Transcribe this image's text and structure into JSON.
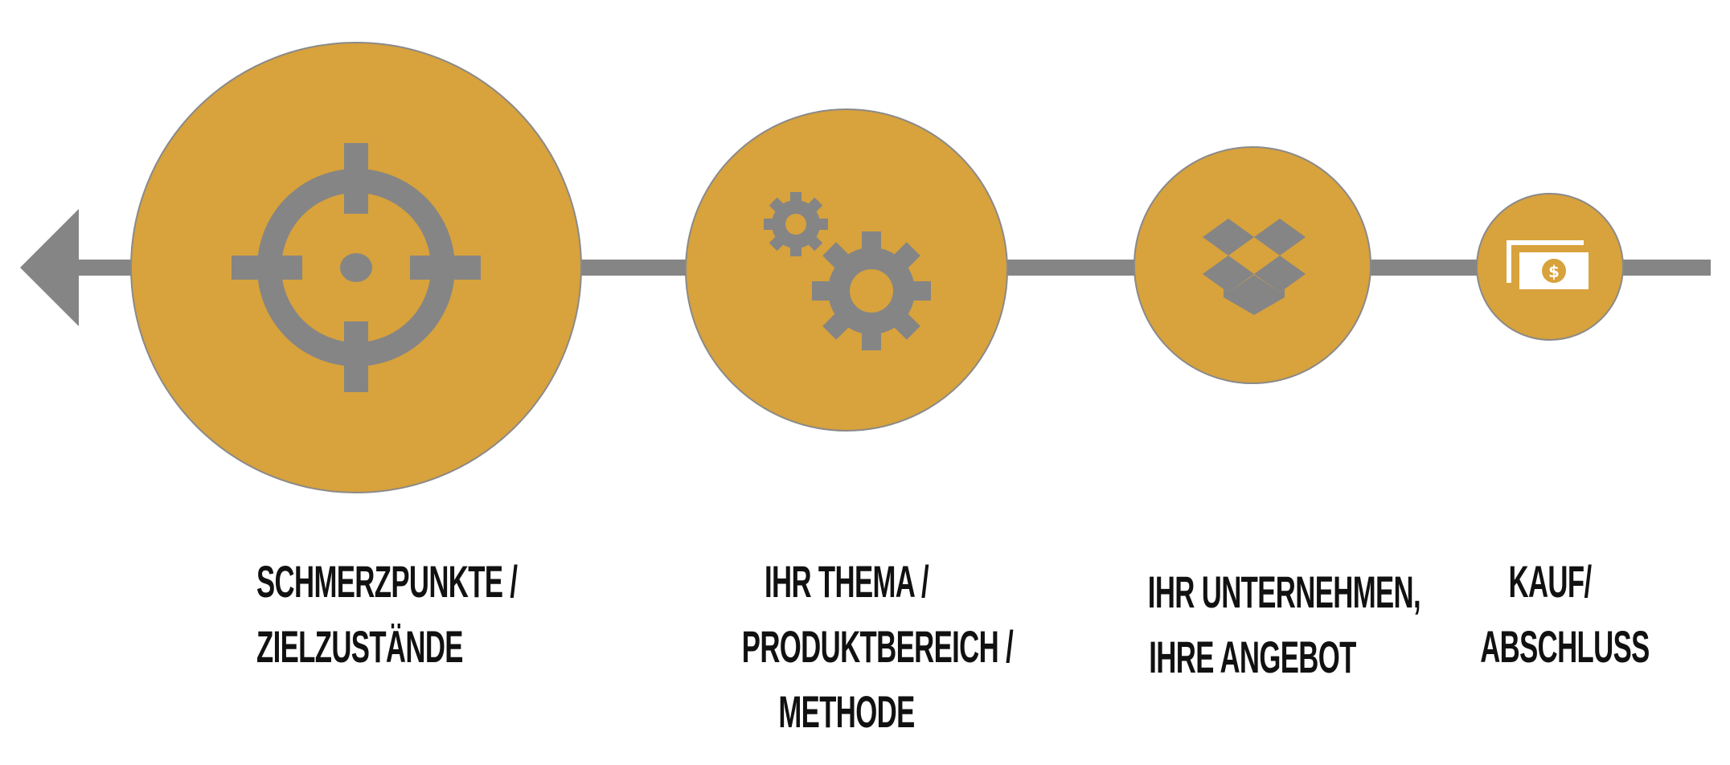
{
  "colors": {
    "circle_fill": "#d8a23c",
    "circle_stroke": "#8a8a8a",
    "icon": "#858585",
    "line": "#858585",
    "text": "#111111",
    "icon_light": "#ffffff"
  },
  "stages": [
    {
      "icon": "crosshair-target-icon",
      "label_lines": [
        "SCHMERZPUNKTE /",
        "ZIELZUSTÄNDE"
      ]
    },
    {
      "icon": "gears-icon",
      "label_lines": [
        "IHR THEMA /",
        "PRODUKTBEREICH /",
        "METHODE"
      ]
    },
    {
      "icon": "dropbox-box-icon",
      "label_lines": [
        "IHR UNTERNEHMEN,",
        "IHRE ANGEBOT"
      ]
    },
    {
      "icon": "money-bills-icon",
      "label_lines": [
        "KAUF/",
        "ABSCHLUSS"
      ]
    }
  ]
}
